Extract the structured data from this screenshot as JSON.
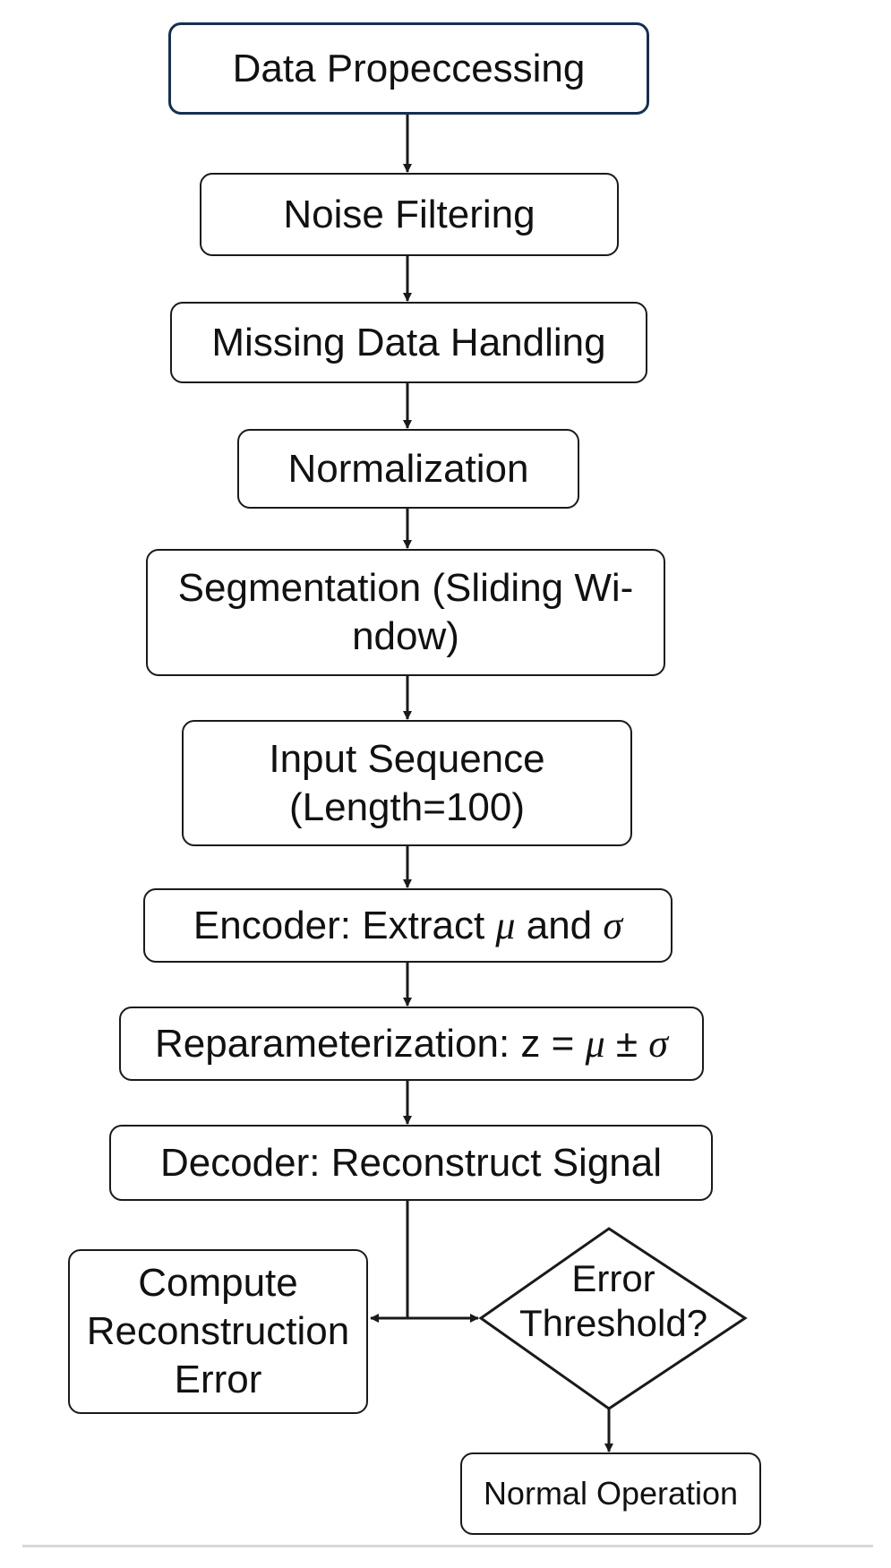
{
  "diagram": {
    "steps": {
      "data_preprocessing": "Data Propeccessing",
      "noise_filtering": "Noise Filtering",
      "missing_data": "Missing Data Handling",
      "normalization": "Normalization",
      "segmentation": "Segmentation (Sliding Wi-\nndow)",
      "input_sequence": "Input Sequence\n (Length=100)",
      "encoder": {
        "prefix": "Encoder: Extract ",
        "mu": "μ",
        "middle": " and ",
        "sigma": "σ"
      },
      "reparameterization": {
        "prefix": "Reparameterization: z = ",
        "mu": "μ",
        "middle": " ± ",
        "sigma": "σ"
      },
      "decoder": "Decoder: Reconstruct Signal",
      "compute_error": "Compute\nReconstruction\nError",
      "decision": "Error\nThreshold?",
      "normal_operation": "Normal Operation"
    },
    "colors": {
      "line": "#1a1a1a",
      "first_box_border": "#16304f",
      "background": "#ffffff"
    }
  }
}
